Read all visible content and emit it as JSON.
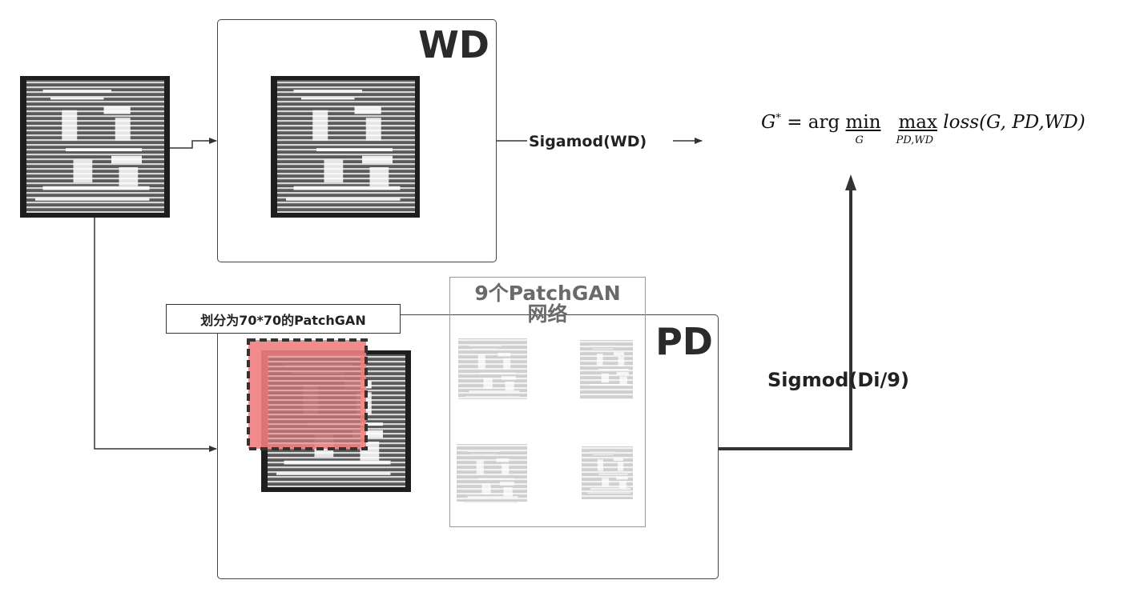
{
  "labels": {
    "wd": "WD",
    "pd": "PD",
    "sigamod_wd": "Sigamod(WD)",
    "sigmod_di": "Sigmod(Di/9)",
    "patch_callout": "划分为70*70的PatchGAN",
    "patch_network_line1": "9个PatchGAN",
    "patch_network_line2": "网络"
  },
  "formula": {
    "lhs": "G",
    "star": "*",
    "equals": "=",
    "arg": "arg",
    "min": "min",
    "min_sub": "G",
    "max": "max",
    "max_sub": "PD,WD",
    "loss": "loss(G, PD,WD)"
  },
  "colors": {
    "line": "#333333",
    "box_border": "#444444",
    "patch_highlight": "#f08080",
    "patch_border_dash": "#333333",
    "faded_patch_border": "#999999"
  }
}
